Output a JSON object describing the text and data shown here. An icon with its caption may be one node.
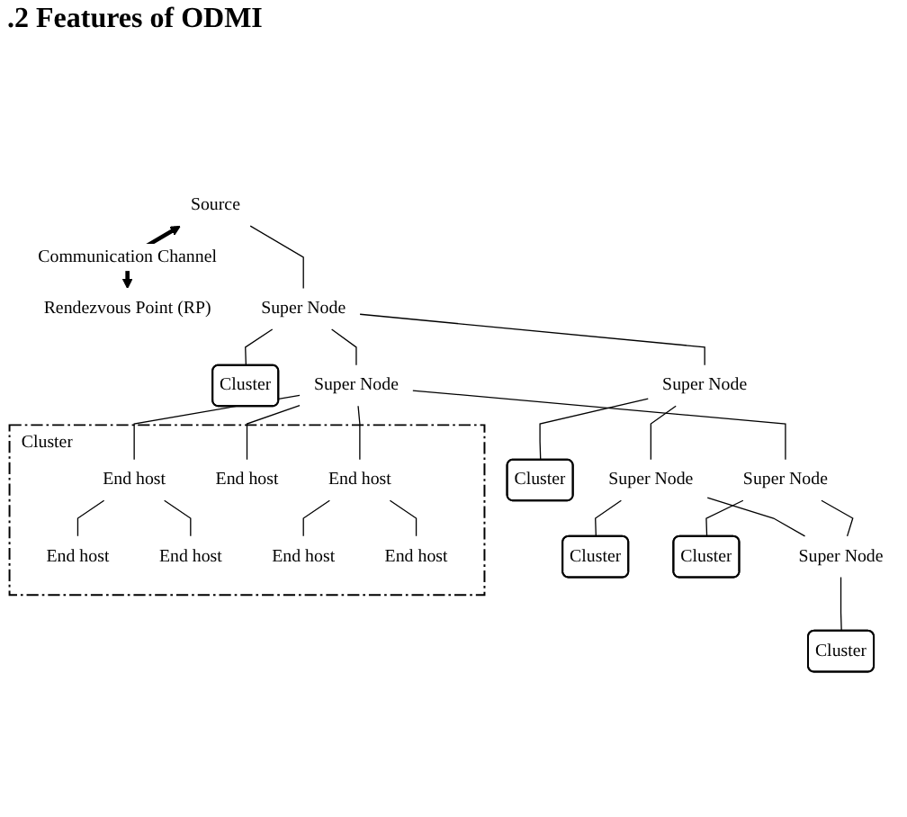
{
  "diagram": {
    "title": ".2 Features of ODMI",
    "nodes": [
      {
        "text": [
          "Source"
        ]
      },
      {
        "text": [
          "Rendezvous Point (RP)"
        ]
      },
      {
        "text": [
          "Cluster"
        ]
      },
      {
        "text": [
          "Super Node"
        ]
      },
      {
        "text": [
          "Cluster"
        ]
      },
      {
        "text": [
          "End host"
        ],
        "in": 4
      },
      {
        "text": [
          "End host"
        ],
        "in": 4
      },
      {
        "text": [
          "End host"
        ],
        "in": 4
      },
      {
        "text": [
          "Cluster"
        ]
      },
      {
        "text": [
          "Super Node"
        ]
      },
      {
        "text": [
          "Super Node"
        ]
      },
      {
        "text": [
          "End host"
        ],
        "in": 4
      },
      {
        "text": [
          "End host"
        ],
        "in": 4
      },
      {
        "text": [
          "End host"
        ],
        "in": 4
      },
      {
        "text": [
          "End host"
        ],
        "in": 4
      },
      {
        "text": [
          "Cluster"
        ]
      },
      {
        "text": [
          "Super Node"
        ]
      },
      {
        "text": [
          "Super Node"
        ]
      },
      {
        "text": [
          "Cluster"
        ]
      },
      {
        "text": [
          "Super Node"
        ]
      },
      {
        "text": [
          "Cluster"
        ]
      }
    ],
    "edges": [
      {
        "from": 0,
        "to": 1,
        "arrow": "both",
        "label": "Communication Channel",
        "style": "thick"
      },
      {
        "from": 0,
        "to": 3,
        "arrow": "none"
      },
      {
        "from": 3,
        "to": 2,
        "arrow": "none"
      },
      {
        "from": 3,
        "to": 9,
        "arrow": "none"
      },
      {
        "from": 3,
        "to": 10,
        "arrow": "none"
      },
      {
        "from": 9,
        "to": 8,
        "arrow": "none"
      },
      {
        "from": 10,
        "to": 6,
        "arrow": "none"
      },
      {
        "from": 10,
        "to": 11,
        "arrow": "none"
      },
      {
        "from": 10,
        "to": 13,
        "arrow": "none"
      },
      {
        "from": 6,
        "to": 5,
        "arrow": "none"
      },
      {
        "from": 6,
        "to": 7,
        "arrow": "none"
      },
      {
        "from": 13,
        "to": 12,
        "arrow": "none"
      },
      {
        "from": 13,
        "to": 14,
        "arrow": "none"
      },
      {
        "from": 9,
        "to": 16,
        "arrow": "none"
      },
      {
        "from": 10,
        "to": 17,
        "arrow": "none"
      },
      {
        "from": 16,
        "to": 15,
        "arrow": "none"
      },
      {
        "from": 16,
        "to": 19,
        "arrow": "none"
      },
      {
        "from": 17,
        "to": 19,
        "arrow": "none"
      },
      {
        "from": 17,
        "to": 18,
        "arrow": "none"
      },
      {
        "from": 19,
        "to": 20,
        "arrow": "none"
      }
    ]
  }
}
